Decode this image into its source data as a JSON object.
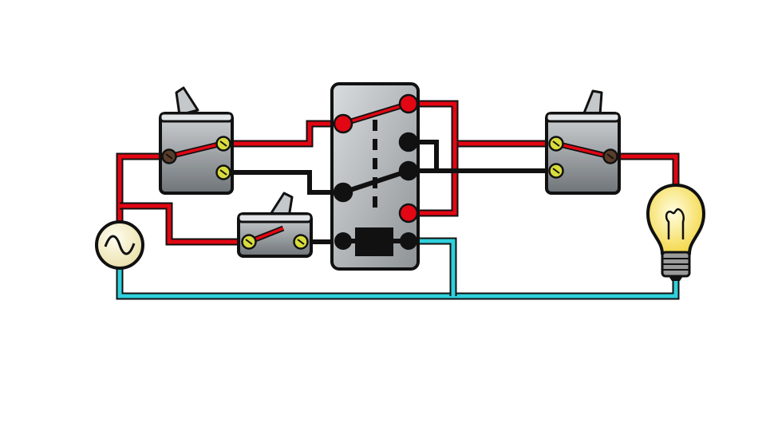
{
  "diagram": {
    "components": [
      {
        "id": "ac-source",
        "kind": "ac-power-source",
        "icon": "sine-wave-icon"
      },
      {
        "id": "switch-left",
        "kind": "toggle-switch"
      },
      {
        "id": "switch-middle",
        "kind": "toggle-switch"
      },
      {
        "id": "switch-right",
        "kind": "toggle-switch"
      },
      {
        "id": "relay",
        "kind": "dpdt-relay"
      },
      {
        "id": "lamp",
        "kind": "light-bulb"
      }
    ],
    "colors": {
      "hot_wire": "#e30613",
      "neutral_wire": "#2fd0dc",
      "switched_wire": "#111111",
      "housing": "#8a8f93",
      "housing_light": "#c9cdd0",
      "relay_body": "#b8bcbf",
      "terminal_brass": "#d8dc3c",
      "terminal_dark": "#5a3d2a",
      "lamp_glass": "#fff59a",
      "lamp_base": "#9a9a9a",
      "source_face": "#fff6c8"
    }
  }
}
